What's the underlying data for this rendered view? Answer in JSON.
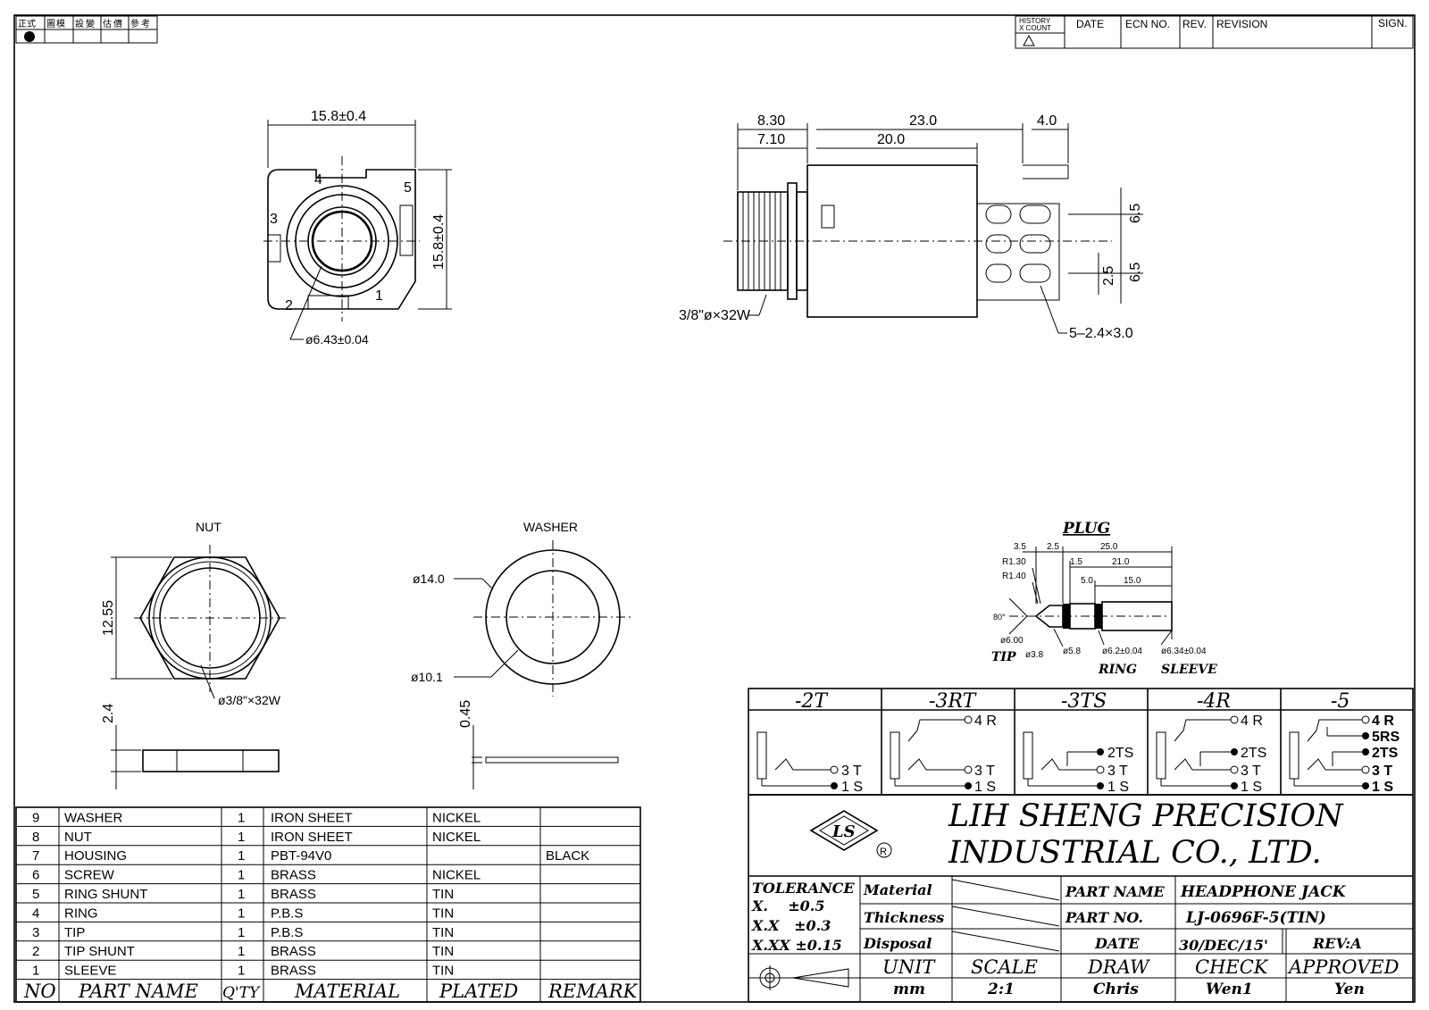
{
  "top_left_box": {
    "cells": [
      "正式",
      "圖",
      "模",
      "設",
      "變",
      "估",
      "價",
      "參",
      "考"
    ]
  },
  "revision_header": {
    "history": "HISTORY",
    "xcount": "X COUNT",
    "date": "DATE",
    "ecn": "ECN NO.",
    "rev": "REV.",
    "revision": "REVISION",
    "sign": "SIGN."
  },
  "front_view": {
    "width": "15.8±0.4",
    "height": "15.8±0.4",
    "bore": "ø6.43±0.04",
    "pins": [
      "1",
      "2",
      "3",
      "4",
      "5"
    ]
  },
  "side_view": {
    "d1": "8.30",
    "d2": "7.10",
    "d3": "23.0",
    "d4": "20.0",
    "d5": "4.0",
    "d6": "6.5",
    "d7": "6.5",
    "d8": "2.5",
    "thread": "3/8\"ø×32W",
    "slots": "5–2.4×3.0"
  },
  "nut": {
    "title": "NUT",
    "height": "12.55",
    "thread": "ø3/8\"×32W",
    "thickness": "2.4"
  },
  "washer": {
    "title": "WASHER",
    "outer": "ø14.0",
    "inner": "ø10.1",
    "thickness": "0.45"
  },
  "plug": {
    "title": "PLUG",
    "dims": [
      "3.5",
      "2.5",
      "25.0",
      "1.5",
      "21.0",
      "R1.30",
      "R1.40",
      "5.0",
      "15.0",
      "80°",
      "ø6.00",
      "ø3.8",
      "ø5.8",
      "ø6.2±0.04",
      "ø6.34±0.04"
    ],
    "tip": "TIP",
    "ring": "RING",
    "sleeve": "SLEEVE"
  },
  "variants": [
    {
      "name": "-2T",
      "pins": [
        "3 T",
        "1 S"
      ]
    },
    {
      "name": "-3RT",
      "pins": [
        "4 R",
        "3 T",
        "1 S"
      ]
    },
    {
      "name": "-3TS",
      "pins": [
        "2TS",
        "3 T",
        "1 S"
      ]
    },
    {
      "name": "-4R",
      "pins": [
        "4 R",
        "2TS",
        "3 T",
        "1 S"
      ]
    },
    {
      "name": "-5",
      "pins": [
        "4 R",
        "5RS",
        "2TS",
        "3 T",
        "1 S"
      ]
    }
  ],
  "company": {
    "line1": "LIH SHENG PRECISION",
    "line2": "INDUSTRIAL CO., LTD.",
    "logo": "LS",
    "registered": "R"
  },
  "title_block": {
    "tolerance": "TOLERANCE",
    "tol_x": "X.    ±0.5",
    "tol_xx": "X.X   ±0.3",
    "tol_xxx": "X.XX ±0.15",
    "material": "Material",
    "thickness": "Thickness",
    "disposal": "Disposal",
    "part_name_label": "PART NAME",
    "part_name": "HEADPHONE JACK",
    "part_no_label": "PART NO.",
    "part_no": "LJ-0696F-5(TIN)",
    "date_label": "DATE",
    "date": "30/DEC/15'",
    "rev": "REV:A",
    "unit_label": "UNIT",
    "unit": "mm",
    "scale_label": "SCALE",
    "scale": "2:1",
    "draw_label": "DRAW",
    "draw": "Chris",
    "check_label": "CHECK",
    "check": "Wen1",
    "approved_label": "APPROVED",
    "approved": "Yen"
  },
  "bom": {
    "headers": [
      "NO",
      "PART NAME",
      "Q'TY",
      "MATERIAL",
      "PLATED",
      "REMARK"
    ],
    "rows": [
      [
        "9",
        "WASHER",
        "1",
        "IRON SHEET",
        "NICKEL",
        ""
      ],
      [
        "8",
        "NUT",
        "1",
        "IRON SHEET",
        "NICKEL",
        ""
      ],
      [
        "7",
        "HOUSING",
        "1",
        "PBT-94V0",
        "",
        "BLACK"
      ],
      [
        "6",
        "SCREW",
        "1",
        "BRASS",
        "NICKEL",
        ""
      ],
      [
        "5",
        "RING SHUNT",
        "1",
        "BRASS",
        "TIN",
        ""
      ],
      [
        "4",
        "RING",
        "1",
        "P.B.S",
        "TIN",
        ""
      ],
      [
        "3",
        "TIP",
        "1",
        "P.B.S",
        "TIN",
        ""
      ],
      [
        "2",
        "TIP SHUNT",
        "1",
        "BRASS",
        "TIN",
        ""
      ],
      [
        "1",
        "SLEEVE",
        "1",
        "BRASS",
        "TIN",
        ""
      ]
    ]
  }
}
